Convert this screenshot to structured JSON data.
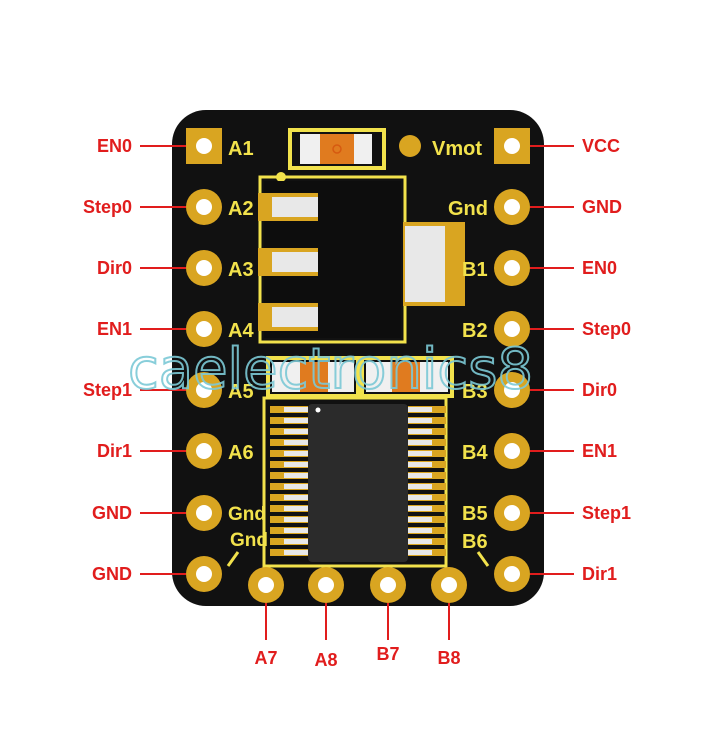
{
  "board": {
    "name": "stepper-driver-breakout",
    "colors": {
      "pcb": "#111111",
      "pad": "#d9a521",
      "pad_hole": "#ffffff",
      "silkscreen": "#f2e24c",
      "callout": "#e11d1d",
      "ic_body": "#2b2b2b",
      "smd_cap": "#f0f0f0",
      "resistor": "#e07b1f",
      "watermark": "#7cc9d6"
    },
    "silk_labels": {
      "A1": "A1",
      "A2": "A2",
      "A3": "A3",
      "A4": "A4",
      "A5": "A5",
      "A6": "A6",
      "left_gnd1": "Gnd",
      "left_gnd2": "Gnd",
      "vmot": "Vmot",
      "right_gnd": "Gnd",
      "B1": "B1",
      "B2": "B2",
      "B3": "B3",
      "B4": "B4",
      "B5": "B5",
      "B6": "B6"
    },
    "left_callouts": [
      "EN0",
      "Step0",
      "Dir0",
      "EN1",
      "Step1",
      "Dir1",
      "GND",
      "GND"
    ],
    "right_callouts": [
      "VCC",
      "GND",
      "EN0",
      "Step0",
      "Dir0",
      "EN1",
      "Step1",
      "Dir1"
    ],
    "bottom_callouts": [
      "A7",
      "A8",
      "B7",
      "B8"
    ],
    "watermark": "caelectronics8"
  }
}
